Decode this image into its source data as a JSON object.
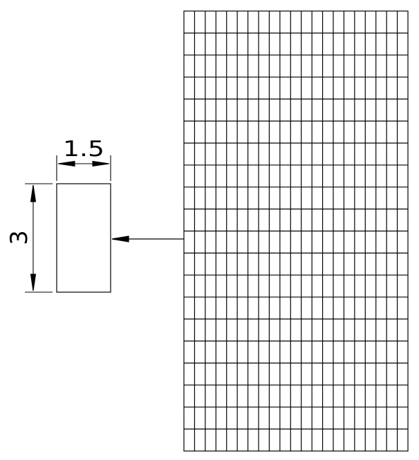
{
  "dimensions": {
    "width_label": "1.5",
    "height_label": "3"
  },
  "grid": {
    "columns": 21,
    "rows": 20
  },
  "colors": {
    "stroke": "#000000",
    "background": "#ffffff"
  }
}
